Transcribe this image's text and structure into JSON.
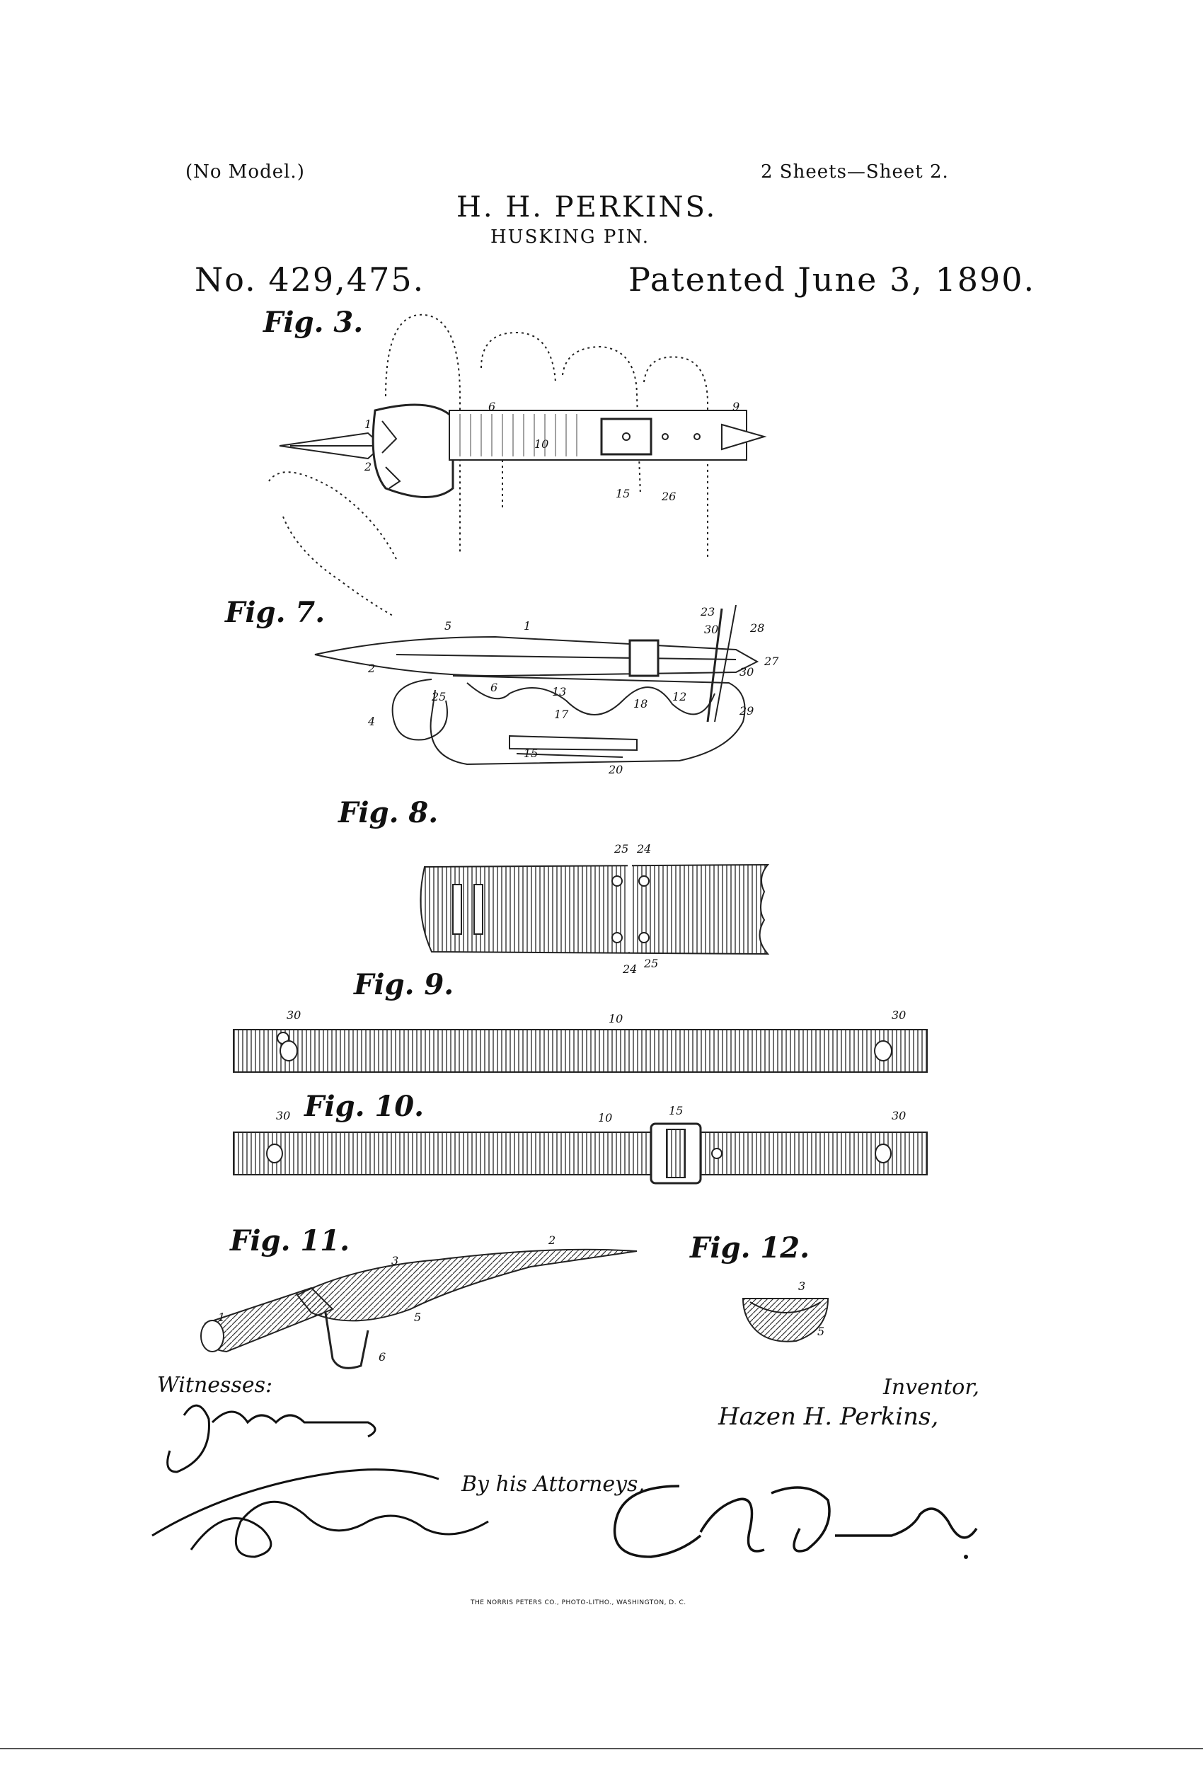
{
  "header": {
    "no_model": "(No Model.)",
    "sheets": "2 Sheets—Sheet 2.",
    "inventor_name": "H. H. PERKINS.",
    "title": "HUSKING PIN.",
    "patent_no": "No. 429,475.",
    "patented": "Patented June 3, 1890."
  },
  "figures": {
    "fig3": {
      "label": "Fig. 3.",
      "refs": [
        "1",
        "2",
        "6",
        "9",
        "10",
        "15",
        "26"
      ]
    },
    "fig7": {
      "label": "Fig. 7.",
      "refs": [
        "2",
        "5",
        "1",
        "6",
        "25",
        "4",
        "13",
        "17",
        "18",
        "12",
        "15",
        "20",
        "23",
        "30",
        "28",
        "27",
        "30",
        "29"
      ]
    },
    "fig8": {
      "label": "Fig. 8.",
      "refs": [
        "25",
        "24",
        "24",
        "25"
      ]
    },
    "fig9": {
      "label": "Fig. 9.",
      "refs": [
        "30",
        "10",
        "30"
      ]
    },
    "fig10": {
      "label": "Fig. 10.",
      "refs": [
        "30",
        "10",
        "15",
        "30"
      ]
    },
    "fig11": {
      "label": "Fig. 11.",
      "refs": [
        "3",
        "2",
        "1",
        "5",
        "6"
      ]
    },
    "fig12": {
      "label": "Fig. 12.",
      "refs": [
        "3",
        "5"
      ]
    }
  },
  "signatures": {
    "witnesses_label": "Witnesses:",
    "inventor_label": "Inventor,",
    "inventor_signature": "Hazen H. Perkins,",
    "by_attorneys": "By his Attorneys,"
  },
  "footer": {
    "printer": "THE NORRIS PETERS CO., PHOTO-LITHO., WASHINGTON, D. C."
  }
}
